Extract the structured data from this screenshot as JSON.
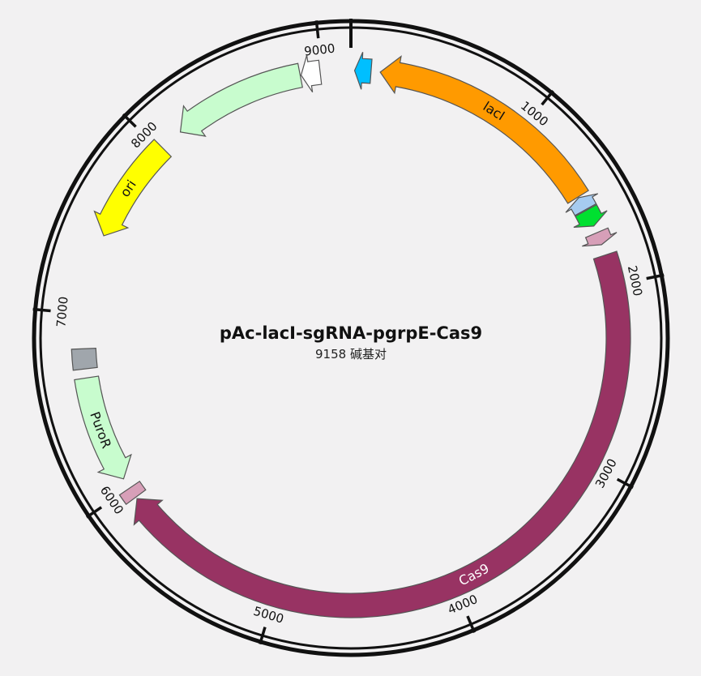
{
  "plasmid": {
    "name": "pAc-lacI-sgRNA-pgrpE-Cas9",
    "length_label": "9158 碱基对",
    "length_bp": 9158
  },
  "ticks": [
    {
      "bp": 0,
      "label": ""
    },
    {
      "bp": 1000,
      "label": "1000"
    },
    {
      "bp": 2000,
      "label": "2000"
    },
    {
      "bp": 3000,
      "label": "3000"
    },
    {
      "bp": 4000,
      "label": "4000"
    },
    {
      "bp": 5000,
      "label": "5000"
    },
    {
      "bp": 6000,
      "label": "6000"
    },
    {
      "bp": 7000,
      "label": "7000"
    },
    {
      "bp": 8000,
      "label": "8000"
    },
    {
      "bp": 9000,
      "label": "9000"
    }
  ],
  "features": [
    {
      "id": "lacI",
      "label": "lacI",
      "start": 160,
      "end": 1480,
      "direction": "reverse",
      "color": "#ff9a00",
      "label_color": "#111111"
    },
    {
      "id": "lac-promoter",
      "label": "",
      "start": 1485,
      "end": 1560,
      "direction": "reverse",
      "color": "#a6cbf0",
      "label_color": ""
    },
    {
      "id": "green-promoter",
      "label": "",
      "start": 1565,
      "end": 1660,
      "direction": "forward",
      "color": "#00e030",
      "label_color": ""
    },
    {
      "id": "pink-element-1",
      "label": "",
      "start": 1700,
      "end": 1770,
      "direction": "forward",
      "color": "#d79fb8",
      "label_color": ""
    },
    {
      "id": "Cas9",
      "label": "Cas9",
      "start": 1830,
      "end": 5930,
      "direction": "forward",
      "color": "#983363",
      "label_color": "#ffffff"
    },
    {
      "id": "pink-element-2",
      "label": "",
      "start": 5940,
      "end": 6000,
      "direction": "none",
      "color": "#d79fb8",
      "label_color": ""
    },
    {
      "id": "PuroR",
      "label": "PuroR",
      "start": 6060,
      "end": 6650,
      "direction": "reverse",
      "color": "#c8fcce",
      "label_color": "#111111"
    },
    {
      "id": "grey-box",
      "label": "",
      "start": 6700,
      "end": 6810,
      "direction": "none",
      "color": "#a0a6ac",
      "label_color": ""
    },
    {
      "id": "ori",
      "label": "ori",
      "start": 7440,
      "end": 8020,
      "direction": "reverse",
      "color": "#ffff00",
      "label_color": "#111111"
    },
    {
      "id": "AmpR",
      "label": "",
      "start": 8150,
      "end": 8880,
      "direction": "reverse",
      "color": "#c8fcce",
      "label_color": ""
    },
    {
      "id": "white-promoter",
      "label": "",
      "start": 8885,
      "end": 8990,
      "direction": "reverse",
      "color": "#ffffff",
      "label_color": ""
    },
    {
      "id": "cyan-element",
      "label": "",
      "start": 20,
      "end": 110,
      "direction": "reverse",
      "color": "#00bfff",
      "label_color": ""
    }
  ]
}
